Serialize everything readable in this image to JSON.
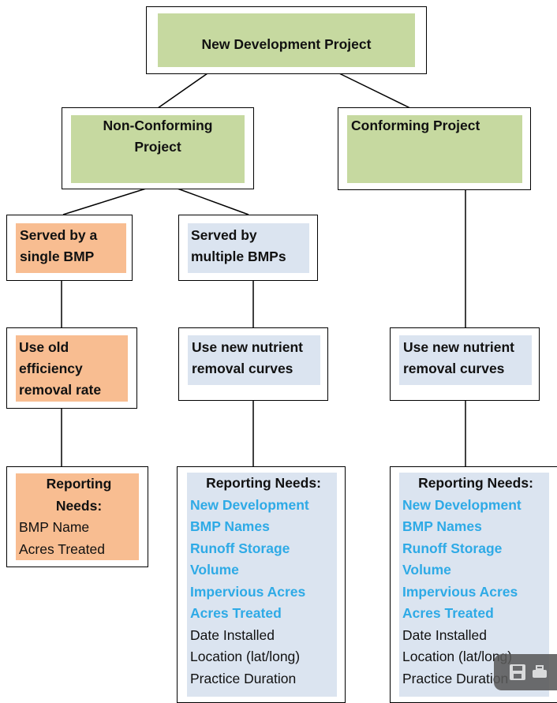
{
  "top": {
    "label": "New Development Project"
  },
  "nonconforming": {
    "line1": "Non-Conforming",
    "line2": "Project"
  },
  "conforming": {
    "label": "Conforming Project"
  },
  "single_bmp": {
    "line1": "Served by a",
    "line2": "single BMP"
  },
  "multiple_bmps": {
    "line1": "Served by",
    "line2": "multiple BMPs"
  },
  "old_rate": {
    "line1": "Use old",
    "line2": "efficiency",
    "line3": "removal rate"
  },
  "new_curves_mid": {
    "line1": "Use new nutrient",
    "line2": "removal curves"
  },
  "new_curves_right": {
    "line1": "Use new nutrient",
    "line2": "removal curves"
  },
  "needs_left": {
    "header1": "Reporting",
    "header2": "Needs:",
    "items": [
      "BMP Name",
      "Acres Treated"
    ]
  },
  "needs_mid": {
    "header": "Reporting Needs:",
    "highlighted": [
      "New Development",
      "BMP Names",
      "Runoff Storage",
      "Volume",
      "Impervious Acres",
      "Acres Treated"
    ],
    "items": [
      "Date Installed",
      "Location (lat/long)",
      "Practice Duration"
    ]
  },
  "needs_right": {
    "header": "Reporting Needs:",
    "highlighted": [
      "New Development",
      "BMP Names",
      "Runoff Storage",
      "Volume",
      "Impervious Acres",
      "Acres Treated"
    ],
    "items": [
      "Date Installed",
      "Location (lat/long)",
      "Practice Duration"
    ]
  },
  "colors": {
    "green": "#c6d9a0",
    "orange": "#f8bd91",
    "blue": "#dbe4f0",
    "highlight_text": "#2eaae6"
  },
  "toolbar": {
    "icons": [
      "save-icon",
      "print-icon"
    ]
  }
}
